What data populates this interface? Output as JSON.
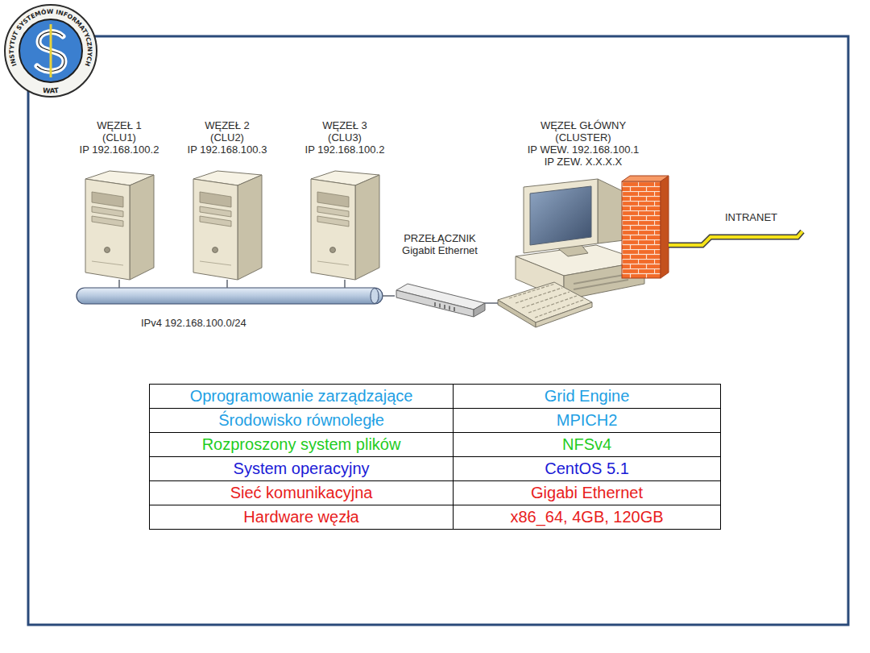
{
  "diagram": {
    "nodes": [
      {
        "text": [
          "WĘZEŁ 1",
          "(CLU1)",
          "IP 192.168.100.2"
        ]
      },
      {
        "text": [
          "WĘZEŁ 2",
          "(CLU2)",
          "IP 192.168.100.3"
        ]
      },
      {
        "text": [
          "WĘZEŁ 3",
          "(CLU3)",
          "IP 192.168.100.2"
        ]
      },
      {
        "text": [
          "PRZEŁĄCZNIK",
          "Gigabit Ethernet"
        ]
      },
      {
        "text": [
          "WĘZEŁ GŁÓWNY",
          "(CLUSTER)",
          "IP WEW. 192.168.100.1",
          "IP ZEW. X.X.X.X"
        ]
      },
      {
        "text": [
          "INTRANET"
        ]
      },
      {
        "text": [
          "IPv4 192.168.100.0/24"
        ]
      }
    ],
    "edges": [
      {
        "from": 0,
        "to": 6,
        "arrow": "none"
      },
      {
        "from": 1,
        "to": 6,
        "arrow": "none"
      },
      {
        "from": 2,
        "to": 6,
        "arrow": "none"
      },
      {
        "from": 6,
        "to": 3,
        "arrow": "none"
      },
      {
        "from": 3,
        "to": 4,
        "arrow": "none"
      },
      {
        "from": 4,
        "to": 5,
        "arrow": "none"
      }
    ],
    "labels": [
      "INSTYTUT SYSTEMÓW INFORMATYCZNYCH",
      "WAT",
      "Oprogramowanie zarządzające",
      "Grid Engine",
      "Środowisko równoległe",
      "MPICH2",
      "Rozproszony system plików",
      "NFSv4",
      "System operacyjny",
      "CentOS 5.1",
      "Sieć komunikacyjna",
      "Gigabi Ethernet",
      "Hardware węzła",
      "x86_64, 4GB, 120GB"
    ]
  }
}
